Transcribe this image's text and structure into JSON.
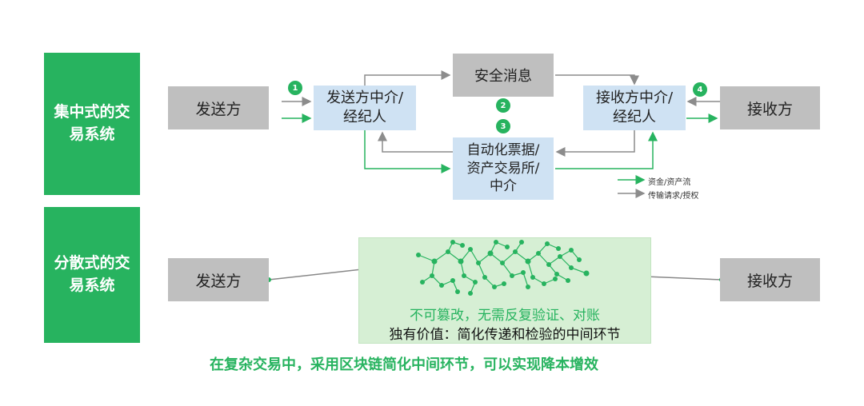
{
  "centralized": {
    "label": "集中式的交易系统",
    "sender": "发送方",
    "sender_broker": "发送方中介/经纪人",
    "security_msg": "安全消息",
    "receiver_broker": "接收方中介/经纪人",
    "receiver": "接收方",
    "exchange": "自动化票据/资产交易所/中介",
    "steps": [
      "1",
      "2",
      "3",
      "4"
    ],
    "legend": [
      {
        "label": "资金/资产流",
        "color": "#27b35f"
      },
      {
        "label": "传输请求/授权",
        "color": "#8c8c8c"
      }
    ]
  },
  "decentralized": {
    "label": "分散式的交易系统",
    "sender": "发送方",
    "receiver": "接收方",
    "panel_line1": "不可篡改，无需反复验证、对账",
    "panel_line2": "独有价值：简化传递和检验的中间环节"
  },
  "footer": "在复杂交易中，采用区块链简化中间环节，可以实现降本增效",
  "colors": {
    "green": "#27b35f",
    "grey_arrow": "#8c8c8c",
    "box_grey": "#bfbfbf",
    "box_blue": "#cfe2f3",
    "panel": "#d6efd4"
  }
}
